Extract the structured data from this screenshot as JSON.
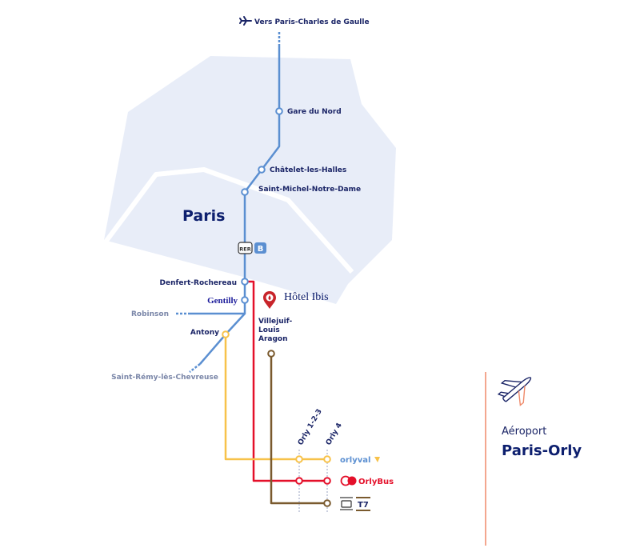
{
  "header": {
    "cdg_label": "Vers Paris-Charles de Gaulle",
    "icon": "airplane-icon"
  },
  "city": {
    "name": "Paris"
  },
  "rer_badge": {
    "rer": "RER",
    "line": "B"
  },
  "stations": {
    "gare_du_nord": "Gare du Nord",
    "chatelet": "Châtelet-les-Halles",
    "saint_michel": "Saint-Michel-Notre-Dame",
    "denfert": "Denfert-Rochereau",
    "gentilly": "Gentilly",
    "robinson": "Robinson",
    "antony": "Antony",
    "saint_remy": "Saint-Rémy-lès-Chevreuse",
    "villejuif_1": "Villejuif-",
    "villejuif_2": "Louis",
    "villejuif_3": "Aragon",
    "orly_123": "Orly 1-2-3",
    "orly_4": "Orly 4"
  },
  "hotel": {
    "name": "Hôtel Ibis",
    "icon": "map-pin-icon"
  },
  "legend": {
    "orlyval": "orlyval",
    "orlybus": "OrlyBus",
    "tram": "T7"
  },
  "airport": {
    "subtitle": "Aéroport",
    "title": "Paris-Orly",
    "icon": "airplane-icon"
  },
  "colors": {
    "rer_b": "#5b8fd1",
    "orlyval": "#f7c24a",
    "orlybus": "#e4102a",
    "tram": "#7a5a2e",
    "paris_fill": "#e8edf8",
    "navy": "#1a2466",
    "accent_orange": "#ef8a6a"
  }
}
